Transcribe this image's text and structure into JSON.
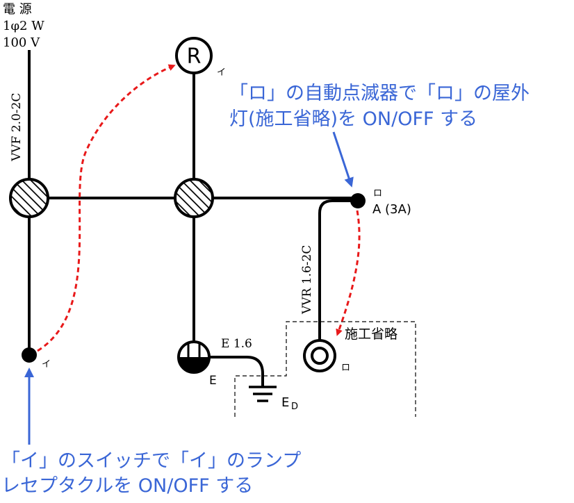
{
  "power_source": {
    "line1": "電 源",
    "line2": "1φ2 W",
    "line3": "100 V"
  },
  "cables": {
    "main_cable": "VVF 2.0-2C",
    "outdoor_cable": "VVR 1.6-2C",
    "ground_wire": "E 1.6"
  },
  "devices": {
    "lamp_receptacle_symbol": "R",
    "lamp_receptacle_label": "イ",
    "switch_label": "イ",
    "auto_switch_label": "ロ",
    "auto_switch_rating": "A (3A)",
    "outdoor_light_label": "ロ",
    "outlet_ground_mark": "E",
    "earth_electrode_main": "E",
    "earth_electrode_sub": "D"
  },
  "construction_omitted_label": "施工省略",
  "annotations": {
    "top_line1": "「ロ」の自動点滅器で「ロ」の屋外",
    "top_line2": "灯(施工省略)を ON/OFF する",
    "bottom_line1": "「イ」のスイッチで「イ」のランプ",
    "bottom_line2": "レセプタクルを ON/OFF する"
  },
  "colors": {
    "wire": "#000000",
    "annotation_text": "#3a66d6",
    "annotation_arrow": "#3a66d6",
    "dashed_arrow": "#e8191a"
  }
}
